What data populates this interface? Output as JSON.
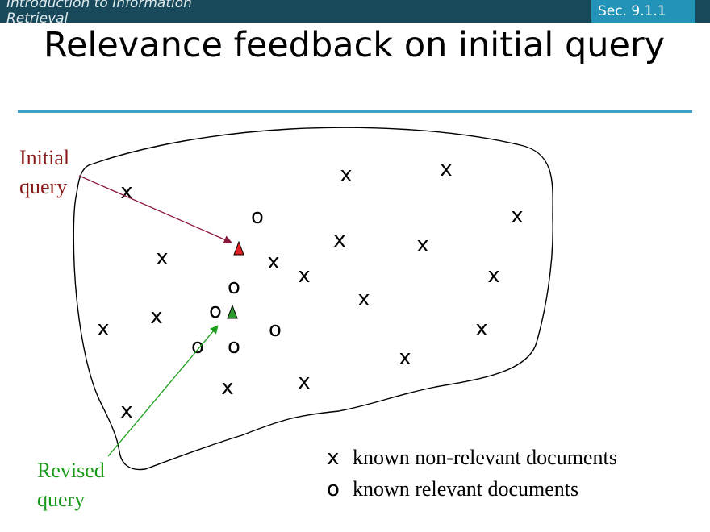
{
  "header": {
    "course_title": "Introduction to Information Retrieval",
    "section": "Sec. 9.1.1"
  },
  "slide": {
    "title": "Relevance feedback on initial query"
  },
  "labels": {
    "initial_query": [
      "Initial",
      "query"
    ],
    "revised_query": [
      "Revised",
      "query"
    ]
  },
  "markers": {
    "nonrelevant": "x",
    "relevant": "o"
  },
  "legend": [
    {
      "symbol": "x",
      "text": "known non-relevant documents"
    },
    {
      "symbol": "o",
      "text": "known relevant documents"
    }
  ],
  "colors": {
    "header_bar": "#17495a",
    "section_box": "#2394b8",
    "rule": "#3aa3c2",
    "initial_label": "#8b1a1a",
    "initial_arrow": "#8b1a3a",
    "initial_marker": "#e02020",
    "revised_label": "#1a9a1a",
    "revised_arrow": "#1aa01a",
    "revised_marker": "#2a9a2a"
  }
}
